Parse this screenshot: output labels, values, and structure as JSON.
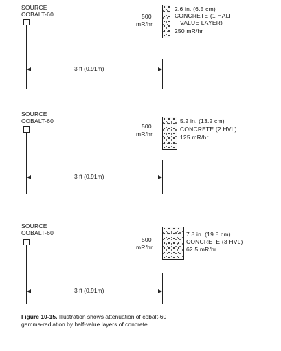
{
  "panels": [
    {
      "source_line1": "SOURCE",
      "source_line2": "COBALT-60",
      "intensity_value": "500",
      "intensity_unit": "mR/hr",
      "distance": "3 ft (0.91m)",
      "thickness": "2.6 in. (6.5 cm)",
      "material_line1": "CONCRETE (1 HALF",
      "material_line2": "VALUE LAYER)",
      "result": "250 mR/hr"
    },
    {
      "source_line1": "SOURCE",
      "source_line2": "COBALT-60",
      "intensity_value": "500",
      "intensity_unit": "mR/hr",
      "distance": "3 ft (0.91m)",
      "thickness": "5.2 in. (13.2 cm)",
      "material_line1": "CONCRETE (2 HVL)",
      "result": "125 mR/hr"
    },
    {
      "source_line1": "SOURCE",
      "source_line2": "COBALT-60",
      "intensity_value": "500",
      "intensity_unit": "mR/hr",
      "distance": "3 ft (0.91m)",
      "thickness": "7.8 in. (19.8 cm)",
      "material_line1": "CONCRETE (3 HVL)",
      "result": "62.5 mR/hr"
    }
  ],
  "caption": {
    "figure_label": "Figure 10-15.",
    "text": "Illustration shows attenuation of cobalt-60 gamma-radiation by half-value layers of concrete."
  }
}
